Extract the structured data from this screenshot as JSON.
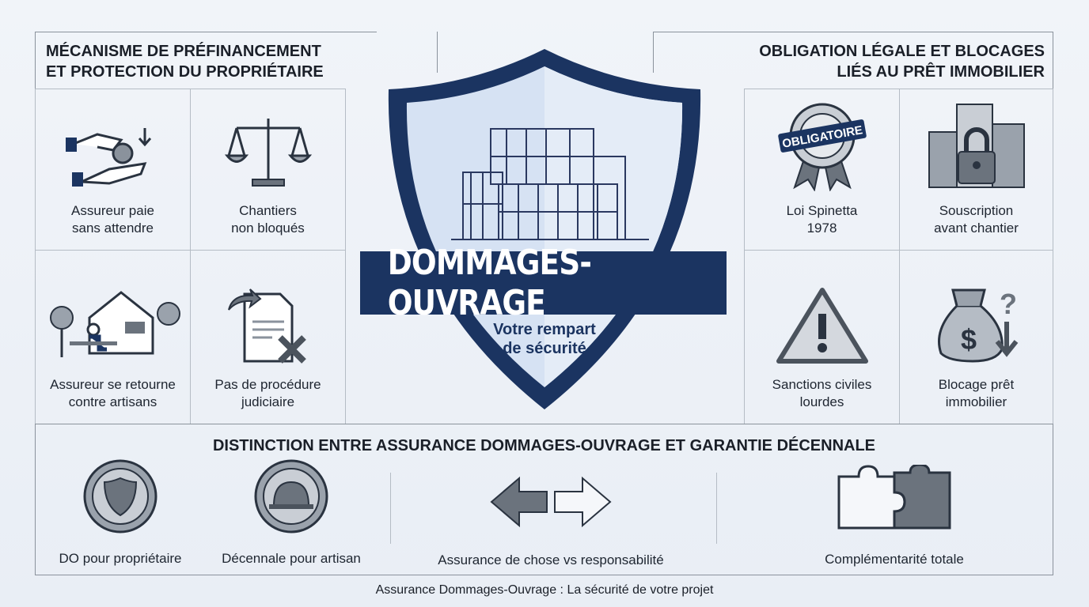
{
  "left_section": {
    "title_line1": "MÉCANISME DE PRÉFINANCEMENT",
    "title_line2": "ET PROTECTION DU PROPRIÉTAIRE",
    "items": [
      {
        "line1": "Assureur paie",
        "line2": "sans attendre",
        "icon": "hand-coin-icon"
      },
      {
        "line1": "Chantiers",
        "line2": "non bloqués",
        "icon": "scales-icon"
      },
      {
        "line1": "Assureur se retourne",
        "line2": "contre artisans",
        "icon": "house-person-icon"
      },
      {
        "line1": "Pas de procédure",
        "line2": "judiciaire",
        "icon": "document-cross-icon"
      }
    ]
  },
  "right_section": {
    "title_line1": "OBLIGATION LÉGALE ET BLOCAGES",
    "title_line2": "LIÉS AU PRÊT IMMOBILIER",
    "badge_text": "OBLIGATOIRE",
    "items": [
      {
        "line1": "Loi Spinetta",
        "line2": "1978",
        "icon": "badge-ribbon-icon"
      },
      {
        "line1": "Souscription",
        "line2": "avant chantier",
        "icon": "building-lock-icon"
      },
      {
        "line1": "Sanctions civiles",
        "line2": "lourdes",
        "icon": "warning-icon"
      },
      {
        "line1": "Blocage prêt",
        "line2": "immobilier",
        "icon": "money-bag-icon"
      }
    ]
  },
  "center": {
    "banner": "DOMMAGES-OUVRAGE",
    "tagline_line1": "Votre rempart",
    "tagline_line2": "de sécurité"
  },
  "bottom_section": {
    "title": "DISTINCTION ENTRE ASSURANCE DOMMAGES-OUVRAGE ET GARANTIE DÉCENNALE",
    "items": [
      {
        "label": "DO pour propriétaire",
        "icon": "shield-coin-icon"
      },
      {
        "label": "Décennale pour artisan",
        "icon": "hardhat-coin-icon"
      },
      {
        "label": "Assurance de chose vs responsabilité",
        "icon": "arrows-icon"
      },
      {
        "label": "Complémentarité totale",
        "icon": "puzzle-icon"
      }
    ]
  },
  "caption": "Assurance Dommages-Ouvrage : La sécurité de votre projet",
  "colors": {
    "navy": "#1b3461",
    "gray": "#6b737d",
    "light_blue": "#d6e2f3"
  }
}
